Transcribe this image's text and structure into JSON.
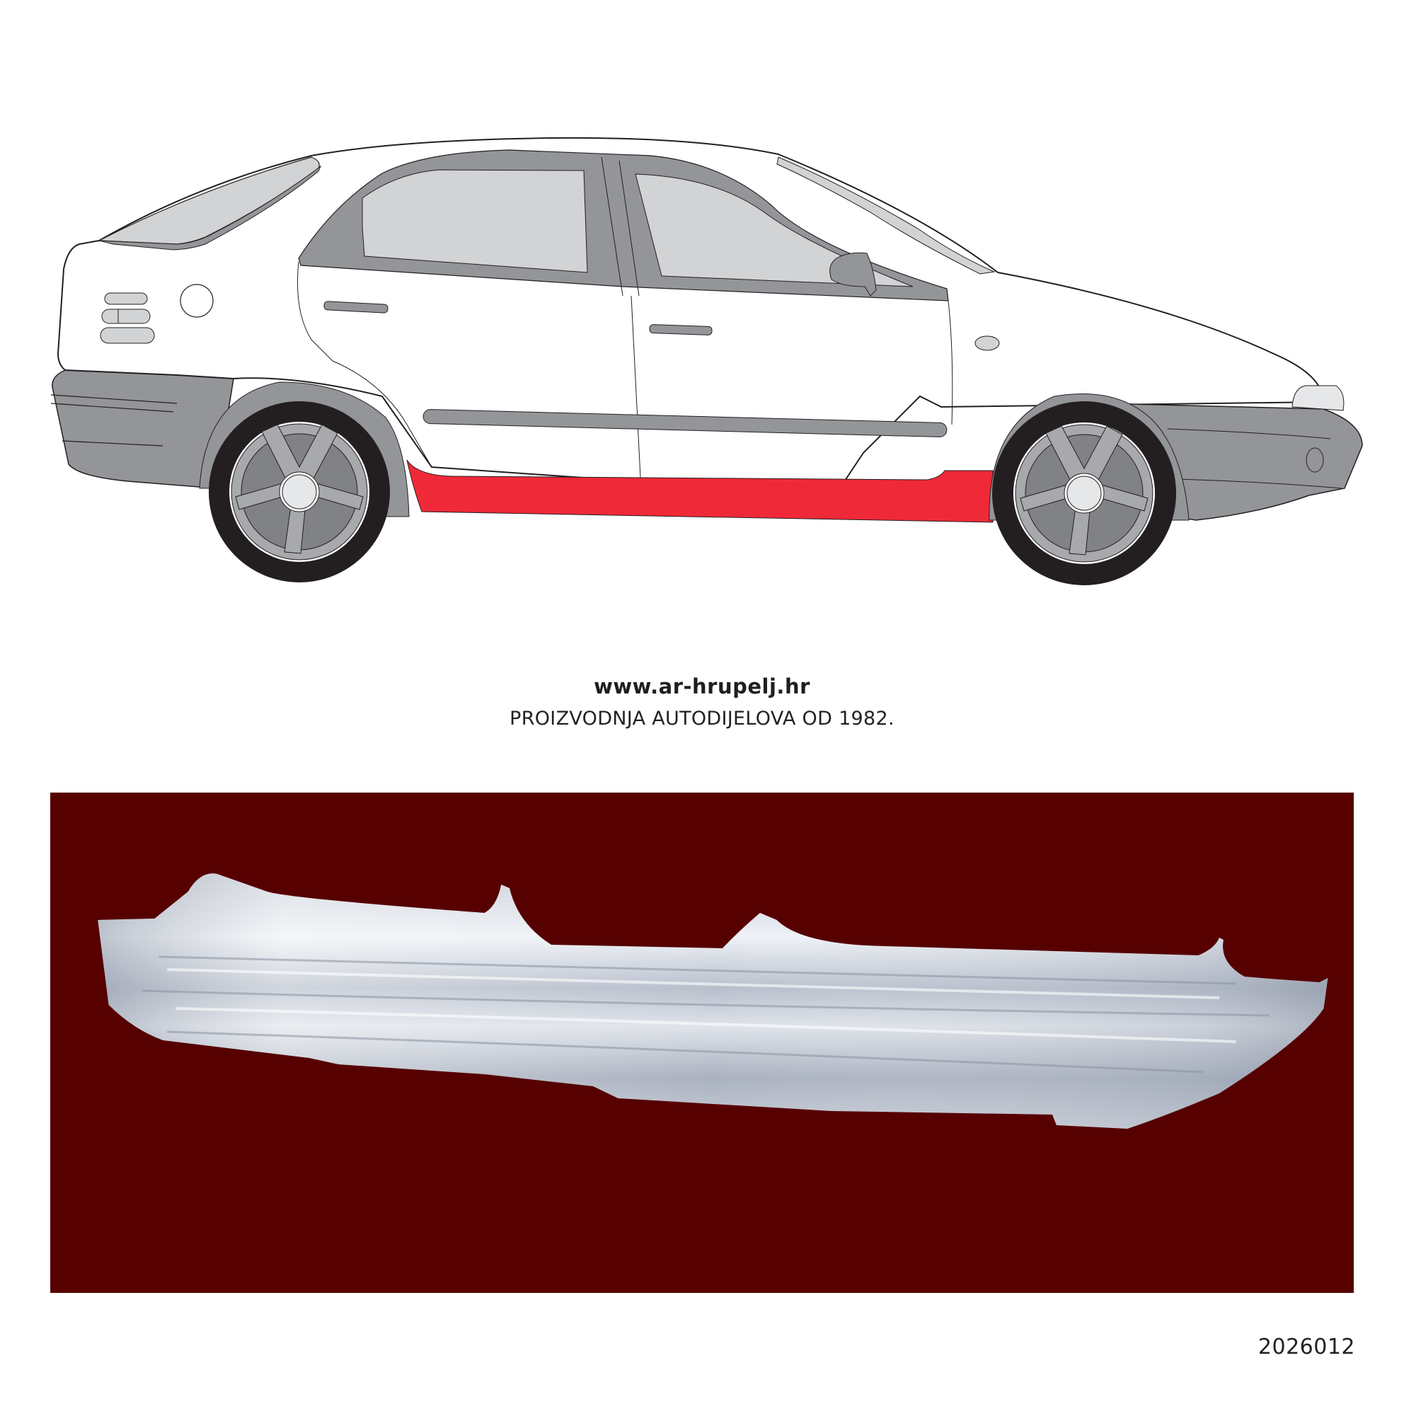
{
  "illustration": {
    "subject": "hatchback car side view (right side)",
    "highlighted_part": "rocker panel / sill",
    "colors": {
      "body": "#ffffff",
      "outline": "#231f20",
      "trim_gray": "#939598",
      "glass": "#d1d3d4",
      "tire": "#231f20",
      "rim": "#a7a9ac",
      "rim_dark": "#808285",
      "hub": "#e6e7e8",
      "highlight": "#f02938"
    }
  },
  "brand": {
    "url": "www.ar-hrupelj.hr",
    "tagline": "PROIZVODNJA AUTODIJELOVA OD 1982."
  },
  "product": {
    "photo_description": "galvanized steel sill / rocker panel",
    "background_color": "#560000"
  },
  "part_number": "2026012"
}
